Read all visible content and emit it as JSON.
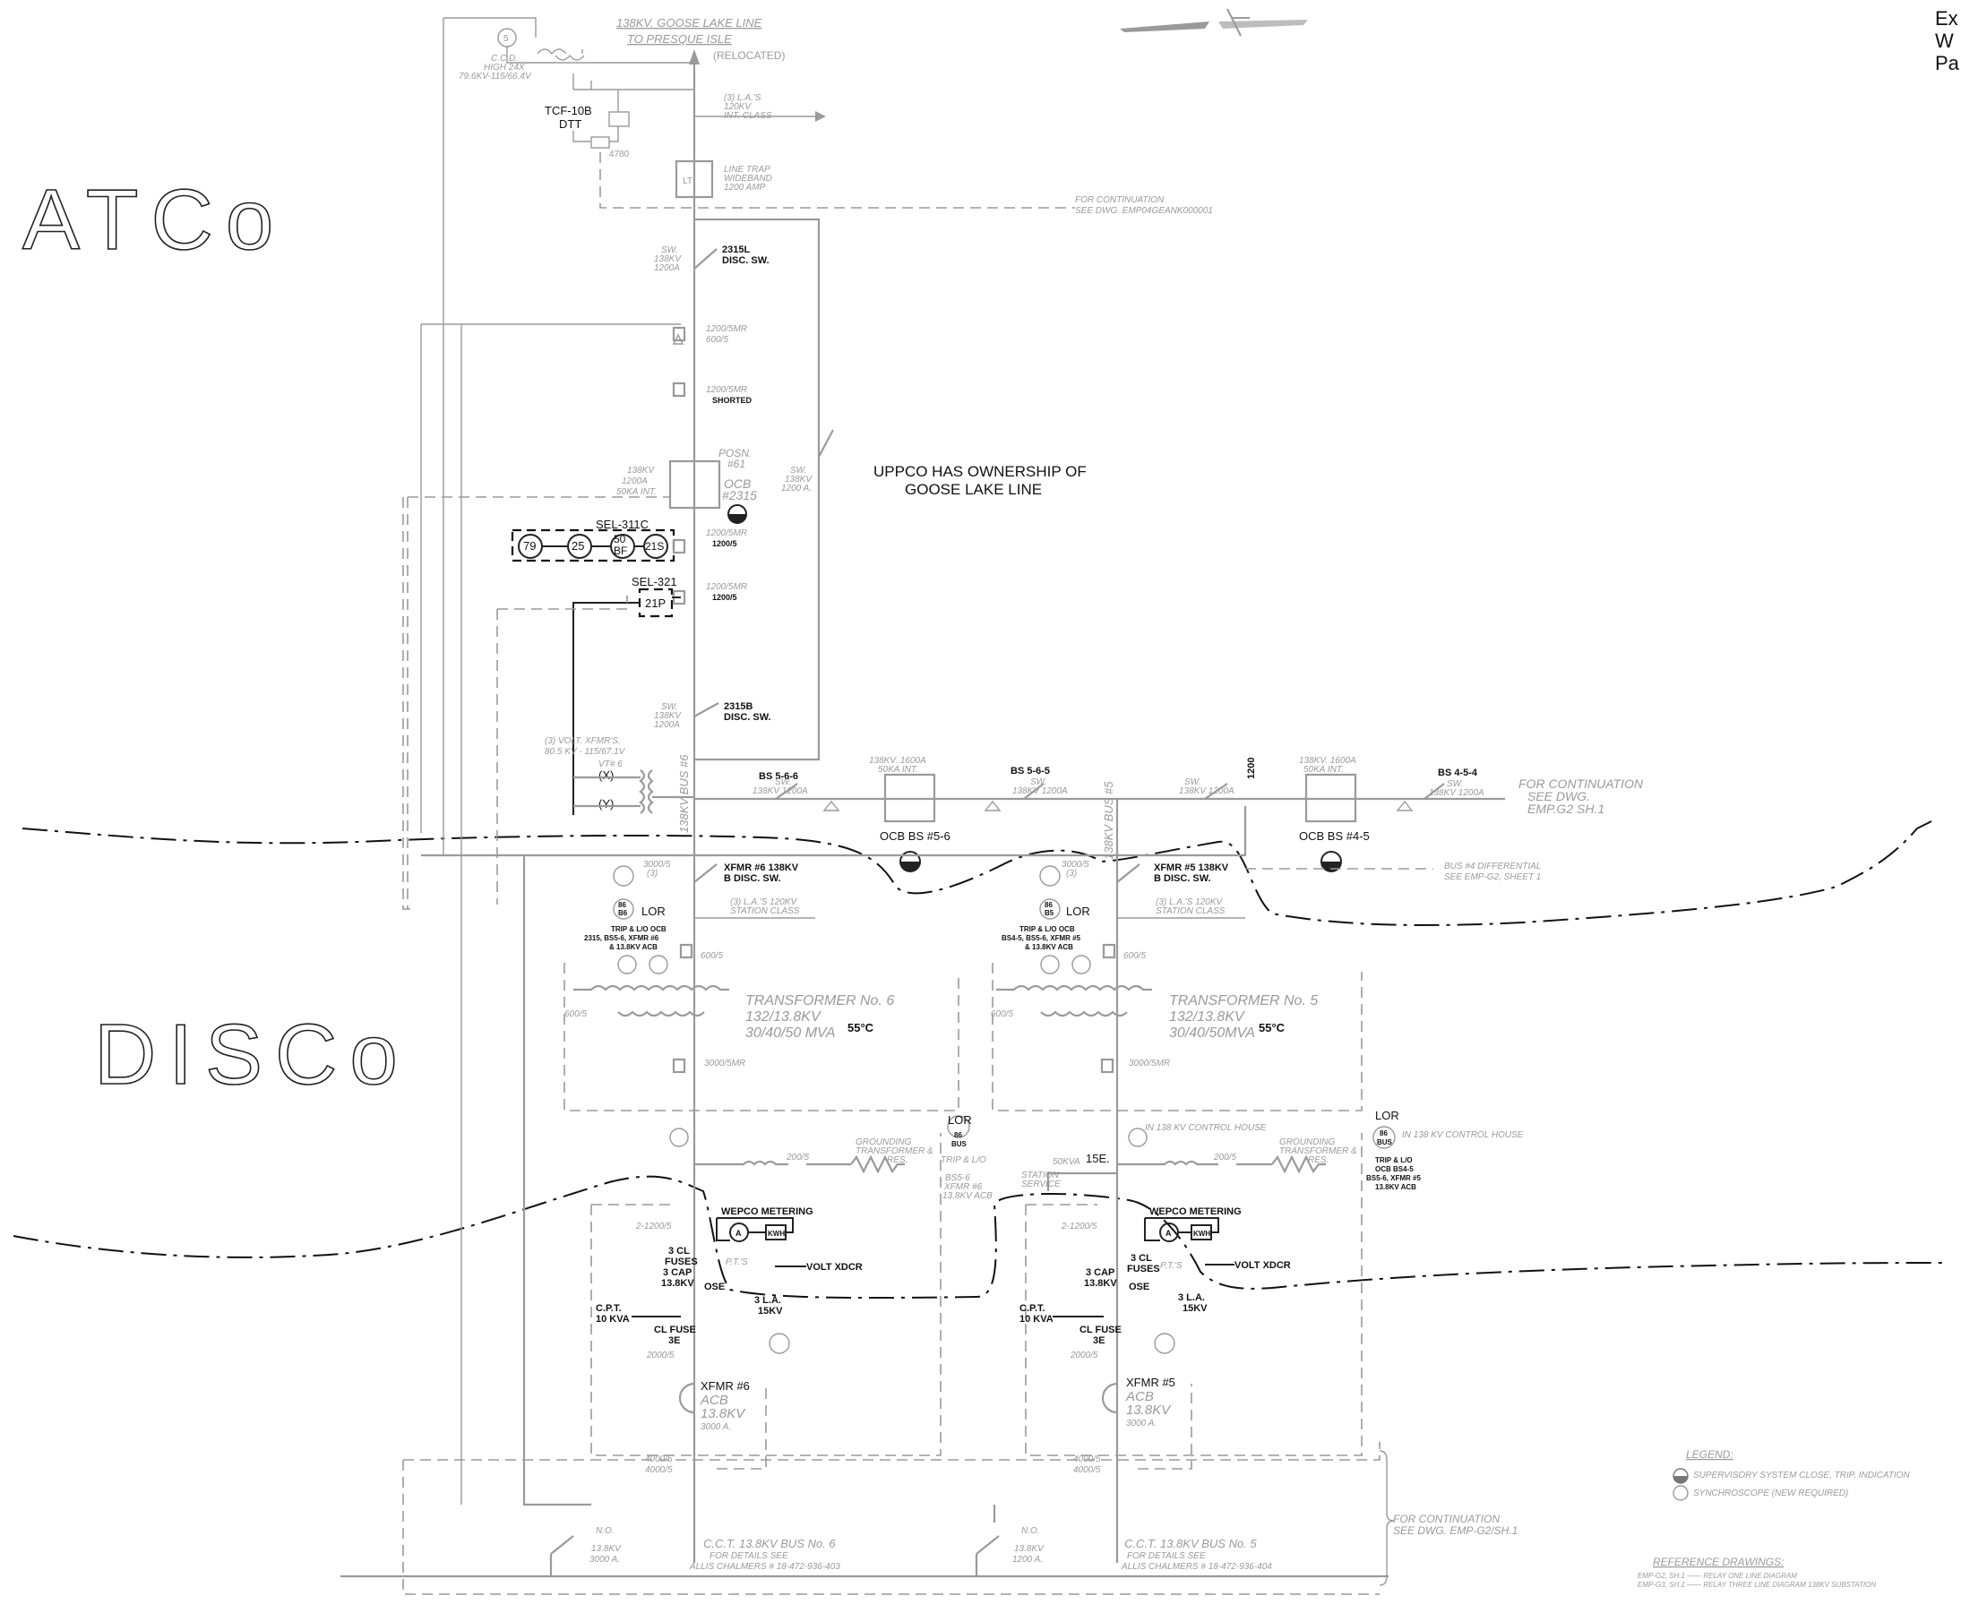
{
  "zones": {
    "atco": "ATCo",
    "disco": "DISCo"
  },
  "corner_note": [
    "Ex",
    "W",
    "Pa"
  ],
  "line": {
    "title1": "138KV. GOOSE LAKE LINE",
    "title2": "TO PRESQUE ISLE",
    "relocated": "(RELOCATED)",
    "ccvt": [
      "C.C.D.",
      "HIGH 24X",
      "79.6KV-115/66.4V"
    ],
    "tcf": "TCF-10B",
    "dtt": "DTT",
    "num_4780": "4780",
    "la_note": [
      "(3) L.A.'S",
      "120KV",
      "INT. CLASS"
    ],
    "line_trap": [
      "LINE TRAP",
      "WIDEBAND",
      "1200 AMP"
    ],
    "continuation": [
      "FOR CONTINUATION",
      "SEE DWG. EMP04GEANK000001"
    ],
    "sw_2315l": [
      "2315L",
      "DISC. SW."
    ],
    "sw_rating": [
      "SW.",
      "138KV",
      "1200A"
    ],
    "ct1": [
      "1200/5MR",
      "600/5"
    ],
    "ct2": [
      "1200/5MR",
      "SHORTED"
    ],
    "posn": [
      "POSN.",
      "#61"
    ],
    "ocb": [
      "OCB",
      "#2315"
    ],
    "ocb_rating": [
      "138KV",
      "1200A",
      "50KA INT."
    ],
    "sw_right": [
      "SW.",
      "138KV",
      "1200 A."
    ],
    "uppco_note": [
      "UPPCO HAS OWNERSHIP OF",
      "GOOSE LAKE LINE"
    ],
    "sel311c": "SEL-311C",
    "relays": [
      "79",
      "25",
      "50",
      "BF",
      "21S"
    ],
    "ct3": [
      "1200/5MR",
      "1200/5"
    ],
    "sel321": "SEL-321",
    "relay_21p": "21P",
    "ct4": [
      "1200/5MR",
      "1200/5"
    ],
    "sw_2315b": [
      "2315B",
      "DISC. SW."
    ],
    "vt_note": [
      "(3) VOLT. XFMR'S.",
      "80.5 KV - 115/67.1V",
      "VT# 6"
    ],
    "x": "(X)",
    "y": "(Y)",
    "bus6": "138KV BUS #6",
    "bus5": "138KV BUS #5"
  },
  "bus": {
    "bs566": "BS 5-6-6",
    "bs565": "BS 5-6-5",
    "bs454": "BS 4-5-4",
    "ocb56": "OCB BS #5-6",
    "ocb45": "OCB BS #4-5",
    "ocb_rating": [
      "138KV. 1600A",
      "50KA INT."
    ],
    "sw_rating": [
      "SW.",
      "138KV 1200A"
    ],
    "ct_1200": "1200",
    "continuation": [
      "FOR CONTINUATION",
      "SEE DWG.",
      "EMP.G2 SH.1"
    ],
    "bus_diff": [
      "BUS #4 DIFFERENTIAL",
      "SEE EMP-G2, SHEET 1"
    ]
  },
  "xfmr6": {
    "disc": [
      "XFMR #6 138KV",
      "B DISC. SW."
    ],
    "ct": [
      "3000/5",
      "(3)"
    ],
    "lor_relay": [
      "86",
      "B6"
    ],
    "lor": "LOR",
    "trip": [
      "TRIP & L/O OCB",
      "2315, BS5-6, XFMR #6",
      "& 13.8KV ACB"
    ],
    "la": [
      "(3) L.A.'S 120KV",
      "STATION CLASS"
    ],
    "title": [
      "TRANSFORMER No. 6",
      "132/13.8KV",
      "30/40/50 MVA"
    ],
    "temp": "55°C",
    "ct600": "600/5",
    "ct3000": "3000/5MR",
    "lor_bus": [
      "86",
      "BUS"
    ],
    "lor_bus_lbl": "LOR",
    "trip_bus": [
      "TRIP & L/O",
      "BS5-6",
      "XFMR #6",
      "13.8KV ACB"
    ],
    "gnd": [
      "GROUNDING",
      "TRANSFORMER &",
      "RES."
    ],
    "ct200": "200/5",
    "wepco": "WEPCO METERING",
    "ct2_1200": "2-1200/5",
    "cl_fuses": [
      "3 CL",
      "FUSES"
    ],
    "pt": "P.T.'S",
    "cap": [
      "3 CAP",
      "13.8KV"
    ],
    "ose": "OSE",
    "volt": "VOLT XDCR",
    "cpt": [
      "C.P.T.",
      "10 KVA"
    ],
    "cl_fuse": [
      "CL FUSE",
      "3E"
    ],
    "la15": [
      "3 L.A.",
      "15KV"
    ],
    "ct2000": "2000/5",
    "xfmr": "XFMR #6",
    "acb": [
      "ACB",
      "13.8KV",
      "3000 A."
    ],
    "ct4000": [
      "4000/5",
      "4000/5"
    ],
    "no": "N.O.",
    "no_rating": [
      "13.8KV",
      "3000 A."
    ],
    "bus_title": "C.C.T. 13.8KV BUS No. 6",
    "bus_detail": [
      "FOR DETAILS SEE",
      "ALLIS CHALMERS # 18-472-936-403"
    ],
    "kwh": "KWH",
    "a": "A"
  },
  "xfmr5": {
    "disc": [
      "XFMR #5 138KV",
      "B DISC. SW."
    ],
    "ct": [
      "3000/5",
      "(3)"
    ],
    "lor_relay": [
      "86",
      "B5"
    ],
    "lor": "LOR",
    "trip": [
      "TRIP & L/O OCB",
      "BS4-5, BS5-6, XFMR #5",
      "& 13.8KV ACB"
    ],
    "la": [
      "(3) L.A.'S 120KV",
      "STATION CLASS"
    ],
    "title": [
      "TRANSFORMER No. 5",
      "132/13.8KV",
      "30/40/50MVA"
    ],
    "temp": "55°C",
    "ct600": "600/5",
    "ct3000": "3000/5MR",
    "lor_bus": [
      "86",
      "BUS"
    ],
    "lor_bus_lbl": "LOR",
    "trip_bus": [
      "TRIP & L/O",
      "OCB BS4-5",
      "BS5-6, XFMR #5",
      "13.8KV ACB"
    ],
    "control": "IN 138 KV CONTROL HOUSE",
    "gnd": [
      "GROUNDING",
      "TRANSFORMER &",
      "RES."
    ],
    "ct200": "200/5",
    "service": [
      "50KVA",
      "STATION",
      "SERVICE"
    ],
    "fuse15e": "15E.",
    "wepco": "WEPCO METERING",
    "ct2_1200": "2-1200/5",
    "cl_fuses": [
      "3 CL",
      "FUSES"
    ],
    "pt": "P.T.'S",
    "cap": [
      "3 CAP",
      "13.8KV"
    ],
    "ose": "OSE",
    "volt": "VOLT XDCR",
    "cpt": [
      "C.P.T.",
      "10 KVA"
    ],
    "cl_fuse": [
      "CL FUSE",
      "3E"
    ],
    "la15": [
      "3 L.A.",
      "15KV"
    ],
    "ct2000": "2000/5",
    "xfmr": "XFMR #5",
    "acb": [
      "ACB",
      "13.8KV",
      "3000 A."
    ],
    "ct4000": [
      "4000/5",
      "4000/5"
    ],
    "no": "N.O.",
    "no_rating": [
      "13.8KV",
      "1200 A."
    ],
    "bus_title": "C.C.T. 13.8KV BUS No. 5",
    "bus_detail": [
      "FOR DETAILS SEE",
      "ALLIS CHALMERS # 18-472-936-404"
    ],
    "kwh": "KWH",
    "a": "A"
  },
  "lower_continuation": [
    "FOR CONTINUATION",
    "SEE DWG. EMP-G2/SH.1"
  ],
  "legend": {
    "title": "LEGEND:",
    "items": [
      "SUPERVISORY SYSTEM CLOSE, TRIP, INDICATION",
      "SYNCHROSCOPE (NEW REQUIRED)"
    ]
  },
  "reference": {
    "title": "REFERENCE DRAWINGS:",
    "items": [
      "EMP-G2, SH.1 —— RELAY ONE LINE DIAGRAM",
      "EMP-G3, SH.1 —— RELAY THREE LINE DIAGRAM 138KV SUBSTATION"
    ]
  }
}
